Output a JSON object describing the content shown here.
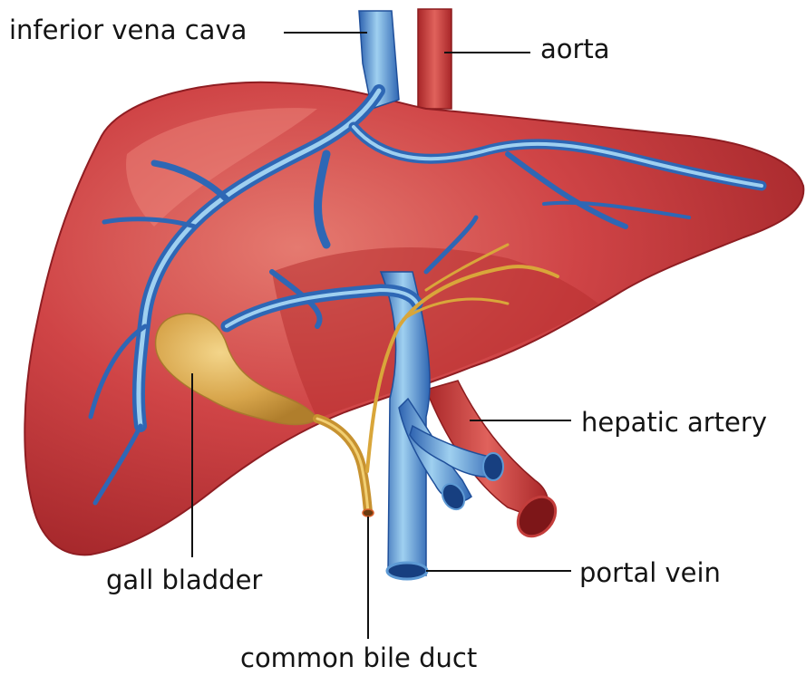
{
  "labels": {
    "inferior_vena_cava": "inferior vena cava",
    "aorta": "aorta",
    "hepatic_artery": "hepatic artery",
    "portal_vein": "portal vein",
    "gall_bladder": "gall bladder",
    "common_bile_duct": "common bile duct"
  },
  "colors": {
    "liver": "#c93a3d",
    "liver_dark": "#9e2226",
    "liver_light": "#e06a64",
    "vein": "#4f8fcf",
    "vein_light": "#a9d3ef",
    "vein_dark": "#1f4f9a",
    "artery": "#c83b3a",
    "gall_bladder": "#d7a850",
    "bile_duct": "#d9a63a",
    "leader_line": "#111111"
  }
}
